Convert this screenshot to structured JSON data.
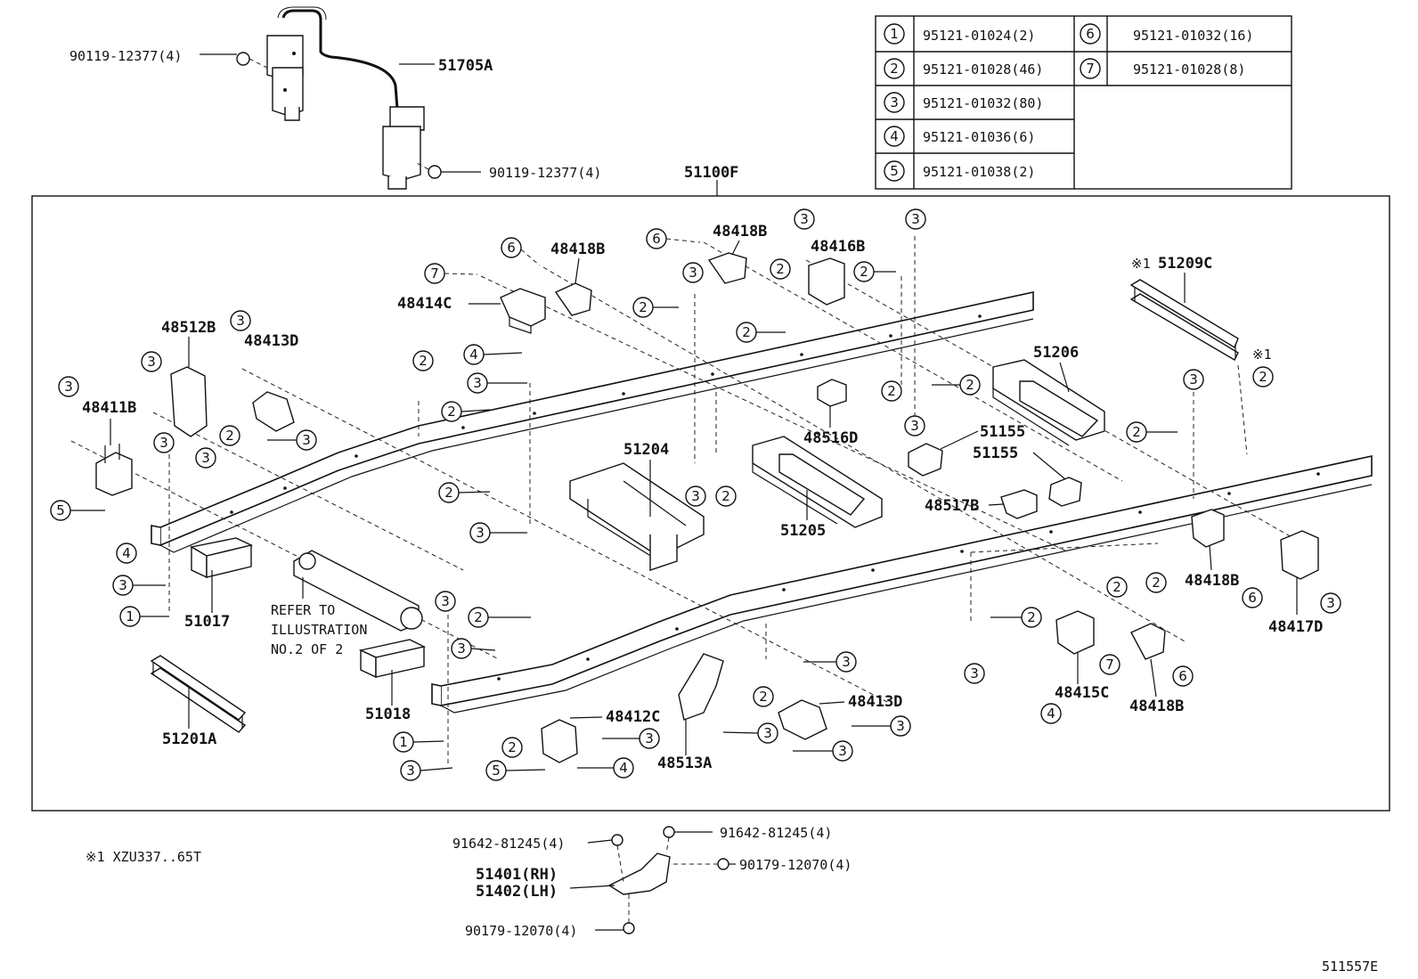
{
  "legend_table": [
    {
      "num": "1",
      "part": "95121-01024(2)"
    },
    {
      "num": "2",
      "part": "95121-01028(46)"
    },
    {
      "num": "3",
      "part": "95121-01032(80)"
    },
    {
      "num": "4",
      "part": "95121-01036(6)"
    },
    {
      "num": "5",
      "part": "95121-01038(2)"
    },
    {
      "num": "6",
      "part": "95121-01032(16)"
    },
    {
      "num": "7",
      "part": "95121-01028(8)"
    }
  ],
  "assembly_label": "51100F",
  "top_labels": {
    "bolt_left": "90119-12377(4)",
    "bolt_right": "90119-12377(4)",
    "guard": "51705A"
  },
  "parts": {
    "p48418B_1": "48418B",
    "p48414C": "48414C",
    "p48418B_2": "48418B",
    "p48416B": "48416B",
    "p51209C": "51209C",
    "p48512B": "48512B",
    "p48413D_1": "48413D",
    "p48411B": "48411B",
    "p51206": "51206",
    "p48516D": "48516D",
    "p51155_1": "51155",
    "p51155_2": "51155",
    "p51204": "51204",
    "p51205": "51205",
    "p48517B": "48517B",
    "p48418B_3": "48418B",
    "p48417D": "48417D",
    "p51017": "51017",
    "p51018": "51018",
    "p51201A": "51201A",
    "p48412C": "48412C",
    "p48513A": "48513A",
    "p48413D_2": "48413D",
    "p48415C": "48415C",
    "p48418B_4": "48418B"
  },
  "marks": {
    "x1_a": "※1",
    "x1_b": "※1"
  },
  "refer_note": [
    "REFER TO",
    "ILLUSTRATION",
    "NO.2 OF 2"
  ],
  "footnote": "※1 XZU337..65T",
  "bottom_labels": {
    "b91642_left": "91642-81245(4)",
    "b91642_right": "91642-81245(4)",
    "b90179_right": "90179-12070(4)",
    "b51401": "51401(RH)",
    "b51402": "51402(LH)",
    "b90179_bottom": "90179-12070(4)"
  },
  "diagram_id": "511557E"
}
